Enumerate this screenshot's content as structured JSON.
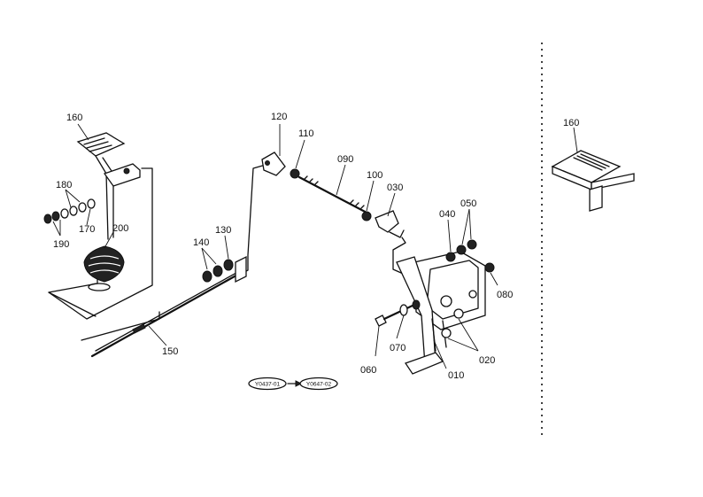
{
  "callouts": {
    "p160_main": "160",
    "p180": "180",
    "p170": "170",
    "p190": "190",
    "p200": "200",
    "p120": "120",
    "p110": "110",
    "p090": "090",
    "p100": "100",
    "p030": "030",
    "p140": "140",
    "p130": "130",
    "p150": "150",
    "p040": "040",
    "p050": "050",
    "p080": "080",
    "p060": "060",
    "p070": "070",
    "p010": "010",
    "p020": "020",
    "p160_inset": "160"
  },
  "serial_range": {
    "from": "Y0437-01",
    "to": "Y0647-02"
  }
}
